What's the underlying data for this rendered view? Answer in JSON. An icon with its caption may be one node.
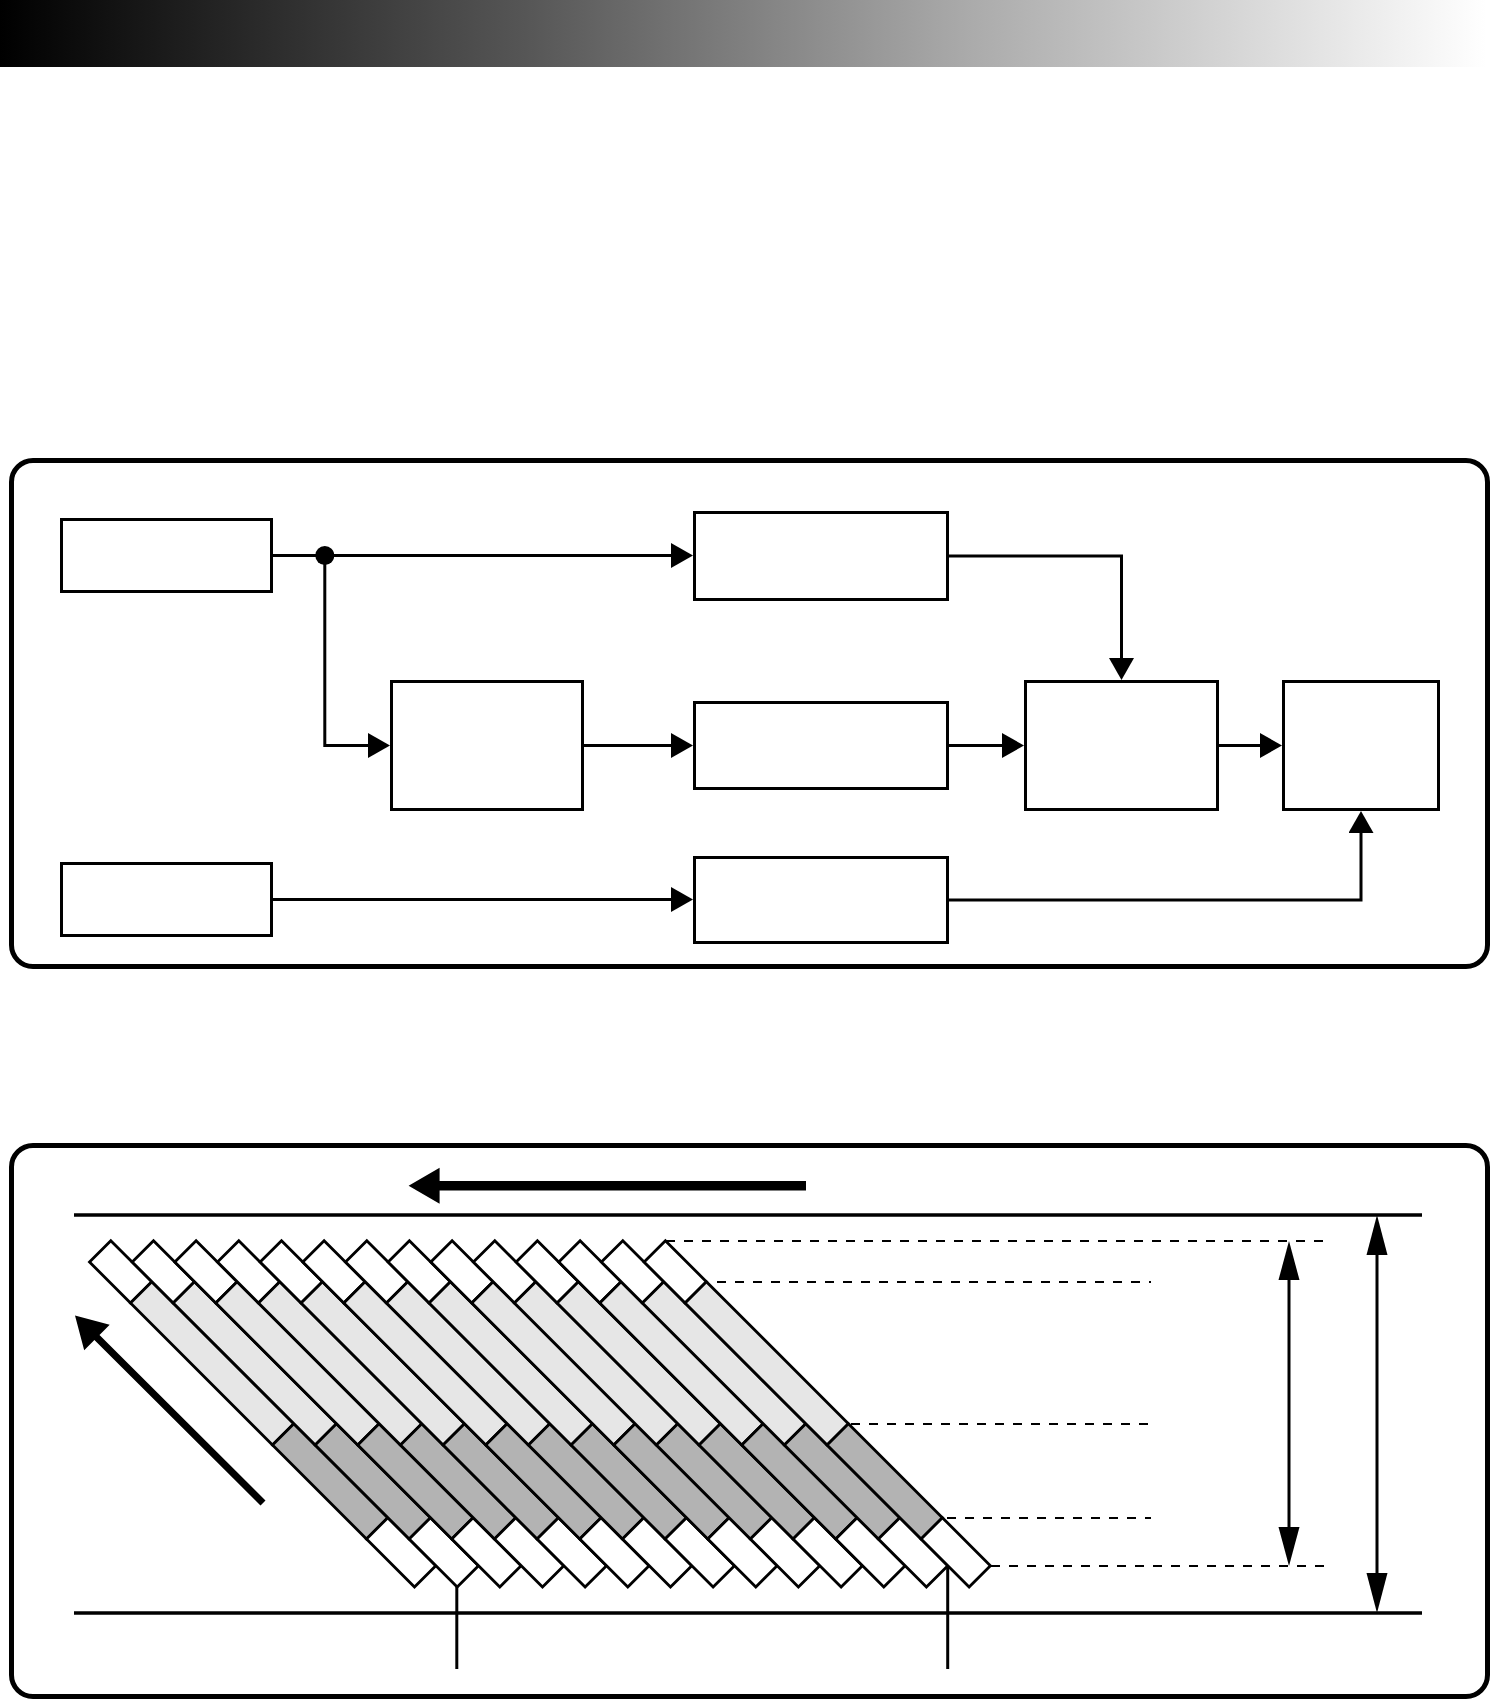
{
  "diagram": {
    "nodes": [
      {
        "text": [],
        "shape": "box"
      },
      {
        "text": [],
        "shape": "box",
        "in": 0
      },
      {
        "text": [],
        "shape": "box",
        "in": 0
      },
      {
        "text": [],
        "shape": "box",
        "in": 0
      },
      {
        "text": [],
        "shape": "box",
        "in": 0
      },
      {
        "text": [],
        "shape": "box",
        "in": 0
      },
      {
        "text": [],
        "shape": "box",
        "in": 0
      },
      {
        "text": [],
        "shape": "box",
        "in": 0
      },
      {
        "text": [],
        "shape": "box",
        "in": 0
      },
      {
        "text": [],
        "shape": "box"
      }
    ],
    "edges": [
      {
        "from": 1,
        "to": 2,
        "arrow": "to"
      },
      {
        "from": 1,
        "to": 3,
        "arrow": "to"
      },
      {
        "from": 2,
        "to": 5,
        "arrow": "to"
      },
      {
        "from": 3,
        "to": 4,
        "arrow": "to"
      },
      {
        "from": 4,
        "to": 5,
        "arrow": "to"
      },
      {
        "from": 5,
        "to": 6,
        "arrow": "to"
      },
      {
        "from": 7,
        "to": 8,
        "arrow": "to"
      },
      {
        "from": 8,
        "to": 6,
        "arrow": "to"
      }
    ]
  }
}
